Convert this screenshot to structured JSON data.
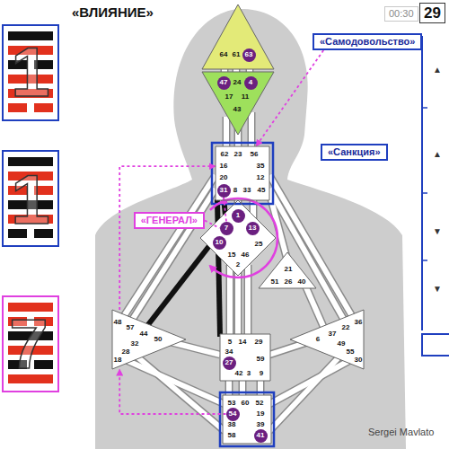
{
  "diagram": {
    "title": "«ВЛИЯНИЕ»",
    "nodes": [
      {
        "text": [
          "«Самодовольство»"
        ]
      },
      {
        "text": [
          "«Санкция»"
        ]
      },
      {
        "text": [
          "64",
          "61"
        ]
      },
      {
        "text": [
          "63"
        ],
        "in": 2
      },
      {
        "text": [
          "24",
          "17",
          "11",
          "43"
        ]
      },
      {
        "text": [
          "47"
        ],
        "in": 4
      },
      {
        "text": [
          "4"
        ],
        "in": 4
      },
      {
        "text": [
          "62",
          "23",
          "56",
          "16",
          "35",
          "20",
          "12",
          "8",
          "33",
          "45"
        ]
      },
      {
        "text": [
          "31"
        ],
        "in": 7
      },
      {
        "text": [
          "«ГЕНЕРАЛ»"
        ]
      },
      {
        "text": [
          "25",
          "15",
          "46",
          "2"
        ]
      },
      {
        "text": [
          "1"
        ],
        "in": 10
      },
      {
        "text": [
          "13"
        ],
        "in": 10
      },
      {
        "text": [
          "7"
        ],
        "in": 10
      },
      {
        "text": [
          "10"
        ],
        "in": 10
      },
      {
        "text": [
          "21",
          "51",
          "26",
          "40"
        ]
      },
      {
        "text": [
          "48",
          "57",
          "44",
          "50",
          "32",
          "28",
          "18"
        ]
      },
      {
        "text": [
          "36",
          "22",
          "37",
          "6",
          "49",
          "55",
          "30"
        ]
      },
      {
        "text": [
          "5",
          "14",
          "29",
          "34",
          "59",
          "42",
          "3",
          "9"
        ]
      },
      {
        "text": [
          "27"
        ],
        "in": 18
      },
      {
        "text": [
          "53",
          "60",
          "52",
          "19",
          "38",
          "39",
          "58"
        ]
      },
      {
        "text": [
          "54"
        ],
        "in": 20
      },
      {
        "text": [
          "41"
        ],
        "in": 20
      }
    ],
    "edges": [
      {
        "from": 0,
        "to": 7,
        "arrow": "to"
      },
      {
        "from": 9,
        "to": 13,
        "arrow": "none"
      },
      {
        "from": 13,
        "to": 8,
        "arrow": "to"
      },
      {
        "from": 21,
        "to": 16,
        "arrow": "to"
      },
      {
        "from": 16,
        "to": 7,
        "arrow": "to"
      }
    ],
    "labels": [
      "00:30",
      "29",
      "1",
      "1",
      "7",
      "▲",
      "▲",
      "▼",
      "▼",
      "Sergei Mavlato"
    ]
  }
}
